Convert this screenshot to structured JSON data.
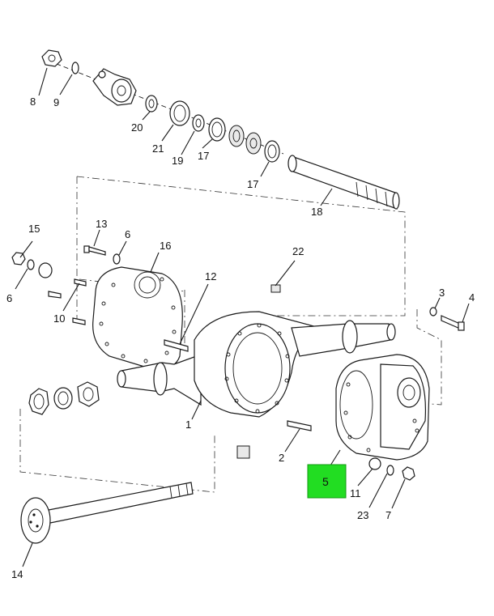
{
  "diagram": {
    "highlight_color": "#22dd22",
    "highlighted_callout": "5",
    "callouts": [
      {
        "id": "c8",
        "label": "8"
      },
      {
        "id": "c9",
        "label": "9"
      },
      {
        "id": "c20",
        "label": "20"
      },
      {
        "id": "c21",
        "label": "21"
      },
      {
        "id": "c19",
        "label": "19"
      },
      {
        "id": "c17a",
        "label": "17"
      },
      {
        "id": "c17b",
        "label": "17"
      },
      {
        "id": "c18",
        "label": "18"
      },
      {
        "id": "c13",
        "label": "13"
      },
      {
        "id": "c6a",
        "label": "6"
      },
      {
        "id": "c15",
        "label": "15"
      },
      {
        "id": "c16",
        "label": "16"
      },
      {
        "id": "c6b",
        "label": "6"
      },
      {
        "id": "c10",
        "label": "10"
      },
      {
        "id": "c12",
        "label": "12"
      },
      {
        "id": "c22",
        "label": "22"
      },
      {
        "id": "c3",
        "label": "3"
      },
      {
        "id": "c4",
        "label": "4"
      },
      {
        "id": "c1",
        "label": "1"
      },
      {
        "id": "c2",
        "label": "2"
      },
      {
        "id": "c5",
        "label": "5"
      },
      {
        "id": "c11",
        "label": "11"
      },
      {
        "id": "c23",
        "label": "23"
      },
      {
        "id": "c7",
        "label": "7"
      },
      {
        "id": "c14",
        "label": "14"
      }
    ]
  }
}
